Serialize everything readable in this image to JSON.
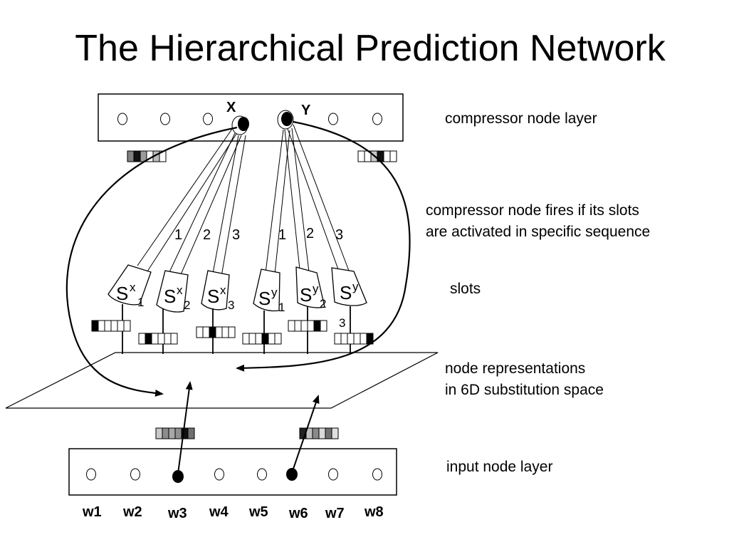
{
  "title": "The Hierarchical Prediction Network",
  "labels": {
    "compressor_layer": "compressor node layer",
    "fires_line1": "compressor node fires if its slots",
    "fires_line2": "are activated in specific sequence",
    "slots": "slots",
    "node_rep_line1": "node representations",
    "node_rep_line2": "in 6D substitution space",
    "input_layer": "input node layer"
  },
  "compressor_nodes": {
    "x": "X",
    "y": "Y"
  },
  "link_numbers": [
    "1",
    "2",
    "3",
    "1",
    "2",
    "3"
  ],
  "slots": [
    {
      "base": "S",
      "sup": "x",
      "sub": "1"
    },
    {
      "base": "S",
      "sup": "x",
      "sub": "2"
    },
    {
      "base": "S",
      "sup": "x",
      "sub": "3"
    },
    {
      "base": "S",
      "sup": "y",
      "sub": "1"
    },
    {
      "base": "S",
      "sup": "y",
      "sub": "2"
    },
    {
      "base": "S",
      "sup": "y",
      "sub": "3"
    }
  ],
  "words": [
    "w1",
    "w2",
    "w3",
    "w4",
    "w5",
    "w6",
    "w7",
    "w8"
  ]
}
